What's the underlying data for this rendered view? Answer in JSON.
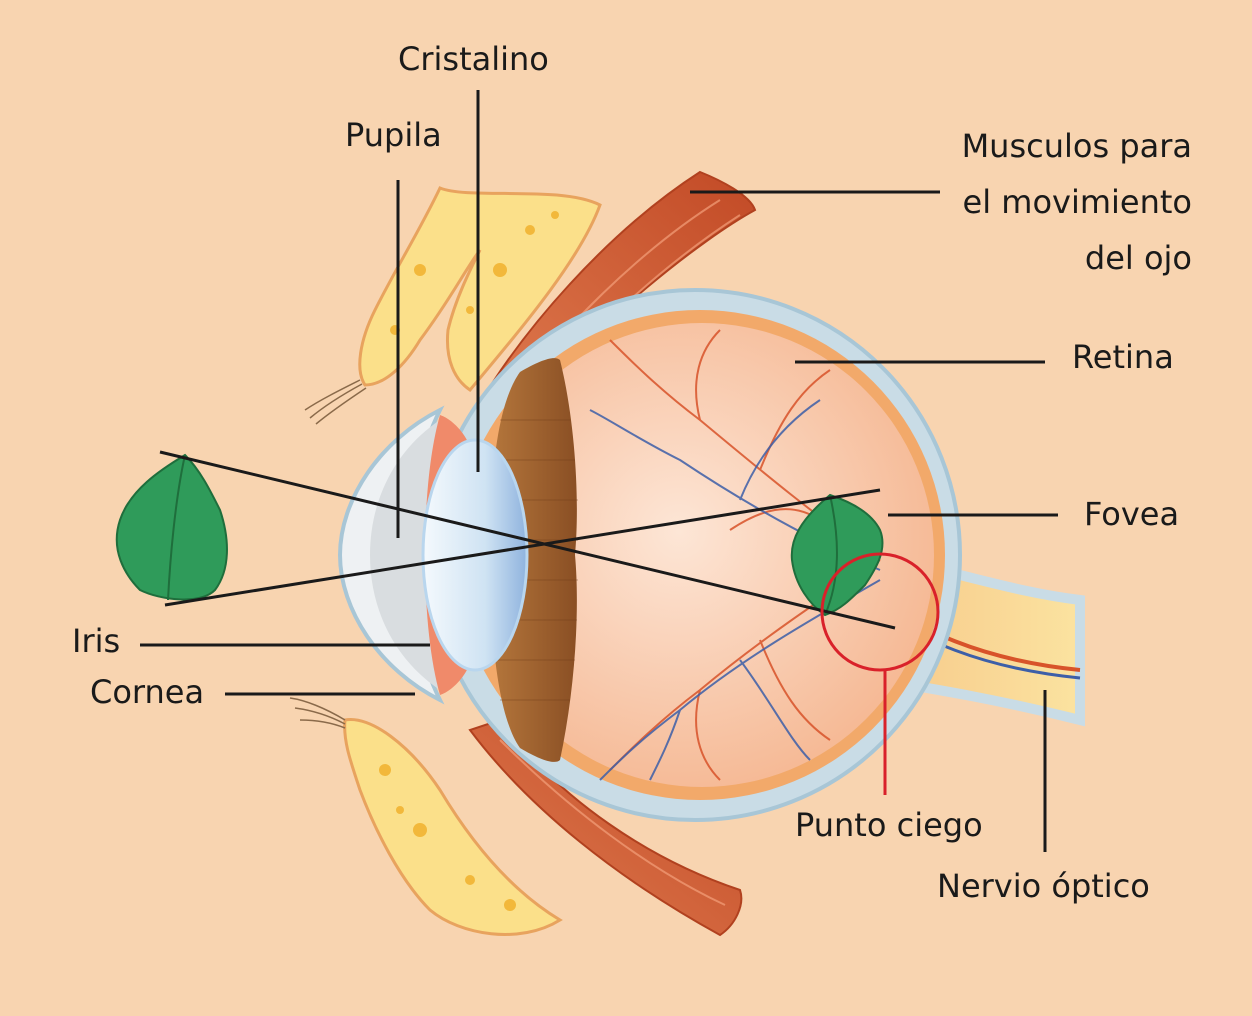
{
  "labels": {
    "cristalino": "Cristalino",
    "pupila": "Pupila",
    "musculos": [
      "Musculos para",
      "el movimiento",
      "del ojo"
    ],
    "retina": "Retina",
    "fovea": "Fovea",
    "iris": "Iris",
    "cornea": "Cornea",
    "punto_ciego": "Punto ciego",
    "nervio_optico": "Nervio óptico"
  },
  "colors": {
    "background": "#f8d4b0",
    "sclera": "#c9dce6",
    "choroid": "#f2a96a",
    "vitreous": "#f9d0b4",
    "ciliary": "#9a5a2c",
    "lens": "#dcecf7",
    "cornea": "#eef1f3",
    "bone": "#fbe08a",
    "muscle": "#d9663c",
    "optic_nerve": "#f7d98a",
    "leaf": "#2f9b5a",
    "artery": "#d8532a",
    "vein": "#3d5fa8",
    "blind_spot_marker": "#d9212a",
    "leader_line": "#1a1a1a"
  }
}
